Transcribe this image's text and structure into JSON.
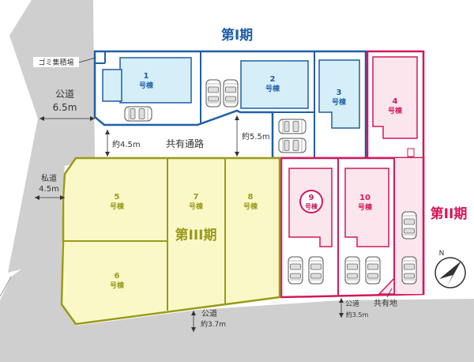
{
  "phases": {
    "p1": "第I期",
    "p2": "第II期",
    "p3": "第III期"
  },
  "roads": {
    "public_road_left": "公道",
    "public_road_left_width": "6.5m",
    "private_road": "私道",
    "private_road_width": "4.5m",
    "shared_passage": "共有通路",
    "shared_passage_w1": "約4.5m",
    "shared_passage_w2": "約5.5m",
    "public_road_bottom": "公道",
    "public_road_bottom_width": "約3.7m",
    "public_road_right": "公道",
    "public_road_right_width": "約3.5m",
    "shared_land": "共有地"
  },
  "garbage": "ゴミ集積場",
  "lots": [
    {
      "num": "1",
      "unit": "号棟"
    },
    {
      "num": "2",
      "unit": "号棟"
    },
    {
      "num": "3",
      "unit": "号棟"
    },
    {
      "num": "4",
      "unit": "号棟"
    },
    {
      "num": "5",
      "unit": "号棟"
    },
    {
      "num": "6",
      "unit": "号棟"
    },
    {
      "num": "7",
      "unit": "号棟"
    },
    {
      "num": "8",
      "unit": "号棟"
    },
    {
      "num": "9",
      "unit": "号棟"
    },
    {
      "num": "10",
      "unit": "号棟"
    }
  ],
  "compass": "N",
  "colors": {
    "phase1": "#1f5fa8",
    "phase1_fill": "#d6eef8",
    "phase2": "#d4175a",
    "phase2_fill": "#fbe6ee",
    "phase3": "#9a9a1a",
    "phase3_fill": "#fbf8c8",
    "road": "#cfcfcf"
  }
}
